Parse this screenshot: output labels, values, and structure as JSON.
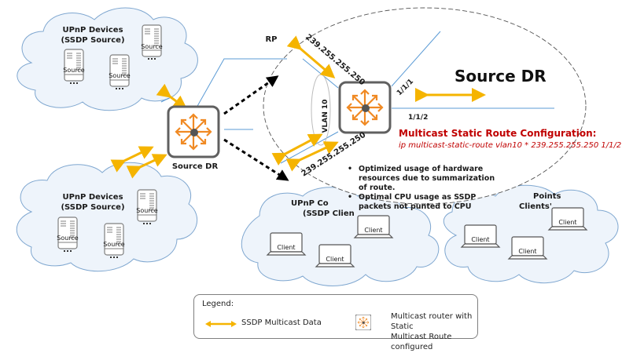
{
  "colors": {
    "multicast_arrow": "#f5b400",
    "router_arrow": "#f08a24",
    "router_frame": "#606060",
    "link_line": "#5b9bd5",
    "cloud_fill": "#eef4fb",
    "cloud_stroke": "#7fa7d0",
    "config_text": "#c00000"
  },
  "clouds": [
    {
      "id": "source-cloud-top",
      "title_line1": "UPnP Devices",
      "title_line2": "(SSDP Source)",
      "devices": [
        "Source",
        "Source",
        "Source"
      ]
    },
    {
      "id": "source-cloud-bottom",
      "title_line1": "UPnP Devices",
      "title_line2": "(SSDP Source)",
      "devices": [
        "Source",
        "Source",
        "Source"
      ]
    },
    {
      "id": "client-cloud-middle",
      "title_line1": "UPnP Co",
      "title_line2": "(SSDP Clien",
      "devices": [
        "Client",
        "Client",
        "Client"
      ]
    },
    {
      "id": "client-cloud-right",
      "title_line1": "Points",
      "title_line2": "Clients'",
      "devices": [
        "Client",
        "Client",
        "Client"
      ]
    }
  ],
  "labels": {
    "source_dr": "Source DR",
    "rp": "RP",
    "zoom_title": "Source  DR",
    "vlan": "VLAN 10",
    "group_top": "239.255.255.250",
    "group_bottom": "239.255.255.250",
    "port_1": "1/1/1",
    "port_2": "1/1/2"
  },
  "config": {
    "title": "Multicast Static Route Configuration:",
    "command": "ip multicast-static-route vlan10 * 239.255.255.250 1/1/2"
  },
  "benefits": [
    "Optimized usage of hardware resources due to summarization of route.",
    "Optimal CPU usage as SSDP packets not punted to CPU"
  ],
  "legend": {
    "title": "Legend:",
    "arrow_label": "SSDP Multicast Data",
    "router_label_line1": "Multicast router with Static",
    "router_label_line2": "Multicast Route configured"
  }
}
